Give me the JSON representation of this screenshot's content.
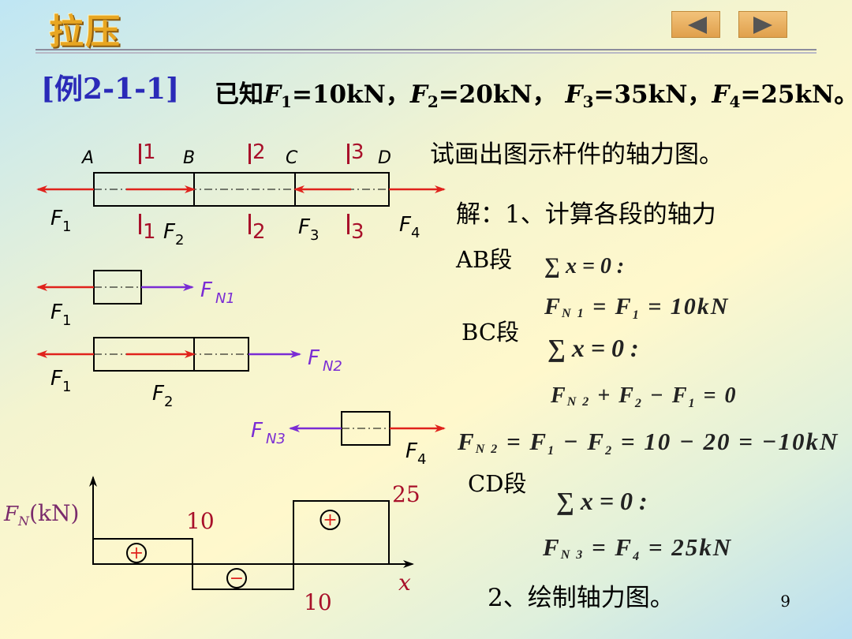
{
  "header": {
    "logo_text": "拉压",
    "prev_label": "◀",
    "next_label": "▶"
  },
  "example": {
    "label": "[例2-1-1]",
    "given": {
      "intro": "已知",
      "f1": "=10kN，",
      "f2": "=20kN，",
      "f3": "=35kN，",
      "f4": "=25kN。"
    },
    "task": "试画出图示杆件的轴力图。"
  },
  "solution": {
    "step1": "解：1、计算各段的轴力",
    "ab_label": "AB段",
    "ab_eq1": "∑x = 0 :",
    "ab_eq2": "FN1 = F1 = 10kN",
    "bc_label": "BC段",
    "bc_eq1": "∑x = 0 :",
    "bc_eq2": "FN2 + F2 − F1 = 0",
    "bc_eq3": "FN2 = F1 − F2 = 10 − 20 = −10kN",
    "cd_label": "CD段",
    "cd_eq1": "∑x = 0 :",
    "cd_eq2": "FN3 = F4 = 25kN",
    "step2": "2、绘制轴力图。"
  },
  "diagram": {
    "points": [
      "A",
      "B",
      "C",
      "D"
    ],
    "section_marks": [
      "1",
      "2",
      "3"
    ],
    "force_labels": [
      "F1",
      "F2",
      "F3",
      "F4"
    ],
    "internal_labels": [
      "FN1",
      "FN2",
      "FN3"
    ]
  },
  "chart_data": {
    "type": "area",
    "ylabel": "FN(kN)",
    "xlabel": "x",
    "segments": [
      {
        "name": "AB",
        "value": 10,
        "sign": "+"
      },
      {
        "name": "BC",
        "value": -10,
        "sign": "−"
      },
      {
        "name": "CD",
        "value": 25,
        "sign": "+"
      }
    ],
    "value_labels": [
      "10",
      "10",
      "25"
    ]
  },
  "page": {
    "number": "9"
  },
  "colors": {
    "force_arrow": "#e0221c",
    "internal_arrow": "#7a2cd4",
    "section": "#a8102a",
    "title": "#2a2ab8"
  }
}
